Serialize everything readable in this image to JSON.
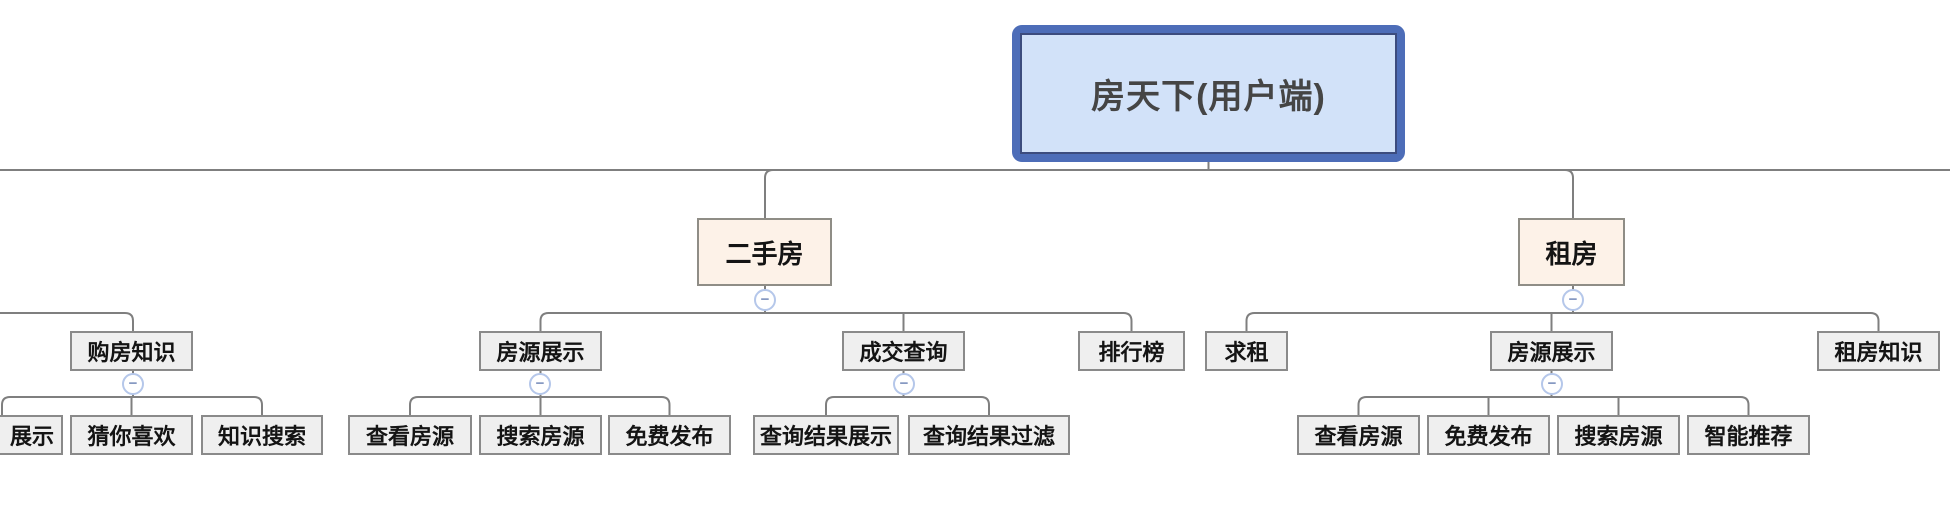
{
  "colors": {
    "root_fill": "#d2e2f9",
    "root_outer_border": "#4d6db8",
    "root_inner_border": "#3c4c7e",
    "branch_fill": "#fdf2e8",
    "branch_border": "#8f8d86",
    "node_fill": "#efefef",
    "node_border": "#8a8a8a",
    "connector_line": "#7f7f7f",
    "collapse_ring": "#b5c7ea",
    "collapse_glyph_color": "#8094bf"
  },
  "mindmap": {
    "root": {
      "label": "房天下(用户端)"
    },
    "collapse_glyph": "−",
    "left_branch_clipped": {
      "children": [
        {
          "label": "购房知识",
          "children": [
            {
              "label": "展示"
            },
            {
              "label": "猜你喜欢"
            },
            {
              "label": "知识搜索"
            }
          ]
        }
      ]
    },
    "branches": [
      {
        "label": "二手房",
        "children": [
          {
            "label": "房源展示",
            "children": [
              {
                "label": "查看房源"
              },
              {
                "label": "搜索房源"
              },
              {
                "label": "免费发布"
              }
            ]
          },
          {
            "label": "成交查询",
            "children": [
              {
                "label": "查询结果展示"
              },
              {
                "label": "查询结果过滤"
              }
            ]
          },
          {
            "label": "排行榜"
          }
        ]
      },
      {
        "label": "租房",
        "children": [
          {
            "label": "求租"
          },
          {
            "label": "房源展示",
            "children": [
              {
                "label": "查看房源"
              },
              {
                "label": "免费发布"
              },
              {
                "label": "搜索房源"
              },
              {
                "label": "智能推荐"
              }
            ]
          },
          {
            "label": "租房知识"
          }
        ]
      }
    ]
  }
}
